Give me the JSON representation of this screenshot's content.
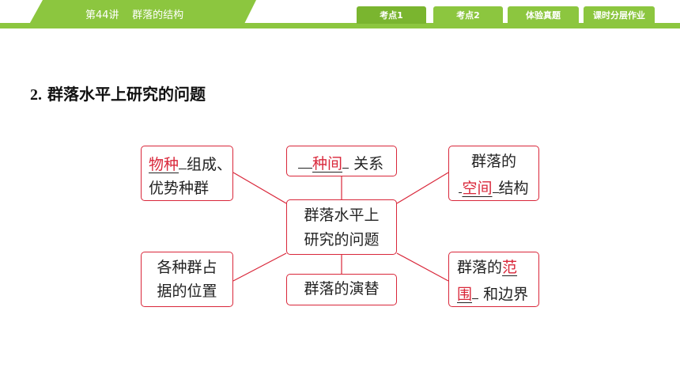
{
  "header": {
    "lesson_title": "第44讲    群落的结构",
    "nav": [
      {
        "label": "考点1",
        "active": true
      },
      {
        "label": "考点2",
        "active": false
      },
      {
        "label": "体验真题",
        "active": false
      },
      {
        "label": "课时分层作业",
        "active": false
      }
    ]
  },
  "content": {
    "heading_number": "2.",
    "heading_text": "群落水平上研究的问题"
  },
  "diagram": {
    "center": {
      "line1": "群落水平上",
      "line2": "研究的问题"
    },
    "species_composition": {
      "answer": "物种",
      "rest1": "组成、",
      "line2": "优势种群"
    },
    "interspecific": {
      "answer": "种间",
      "rest": "关系"
    },
    "spatial": {
      "line1": "群落的",
      "answer": "空间",
      "rest": "结构"
    },
    "niche": {
      "line1": "各种群占",
      "line2": "据的位置"
    },
    "succession": {
      "text": "群落的演替"
    },
    "range": {
      "prefix": "群落的",
      "answer_part1": "范",
      "answer_part2": "围",
      "rest": "和边界"
    }
  },
  "colors": {
    "accent_green": "#8cc63f",
    "answer_red": "#d9273a"
  }
}
